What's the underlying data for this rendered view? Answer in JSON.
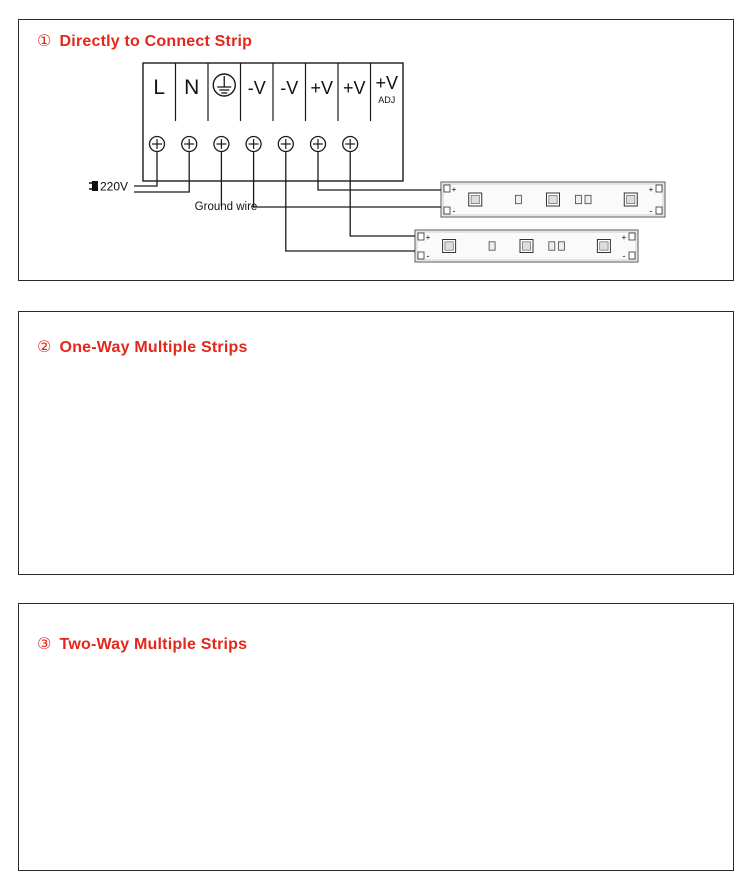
{
  "sections": [
    {
      "number": "①",
      "title": "Directly to Connect Strip",
      "layout": "direct"
    },
    {
      "number": "②",
      "title": "One-Way Multiple Strips",
      "layout": "one-way"
    },
    {
      "number": "③",
      "title": "Two-Way Multiple Strips",
      "layout": "two-way"
    }
  ],
  "terminals": [
    "L",
    "N",
    "",
    "-V",
    "-V",
    "+V",
    "+V",
    "+V"
  ],
  "terminal_sub": "ADJ",
  "ground_icon": "earth-ground-icon",
  "screw_icon": "screw-terminal-icon",
  "plug_icon": "power-plug-icon",
  "input_label": "220V",
  "ground_label": "Ground wire",
  "strip_pos": "+",
  "strip_neg": "-",
  "colors": {
    "title": "#e3271b",
    "line": "#1a1a1a",
    "border": "#2a2a2a"
  }
}
